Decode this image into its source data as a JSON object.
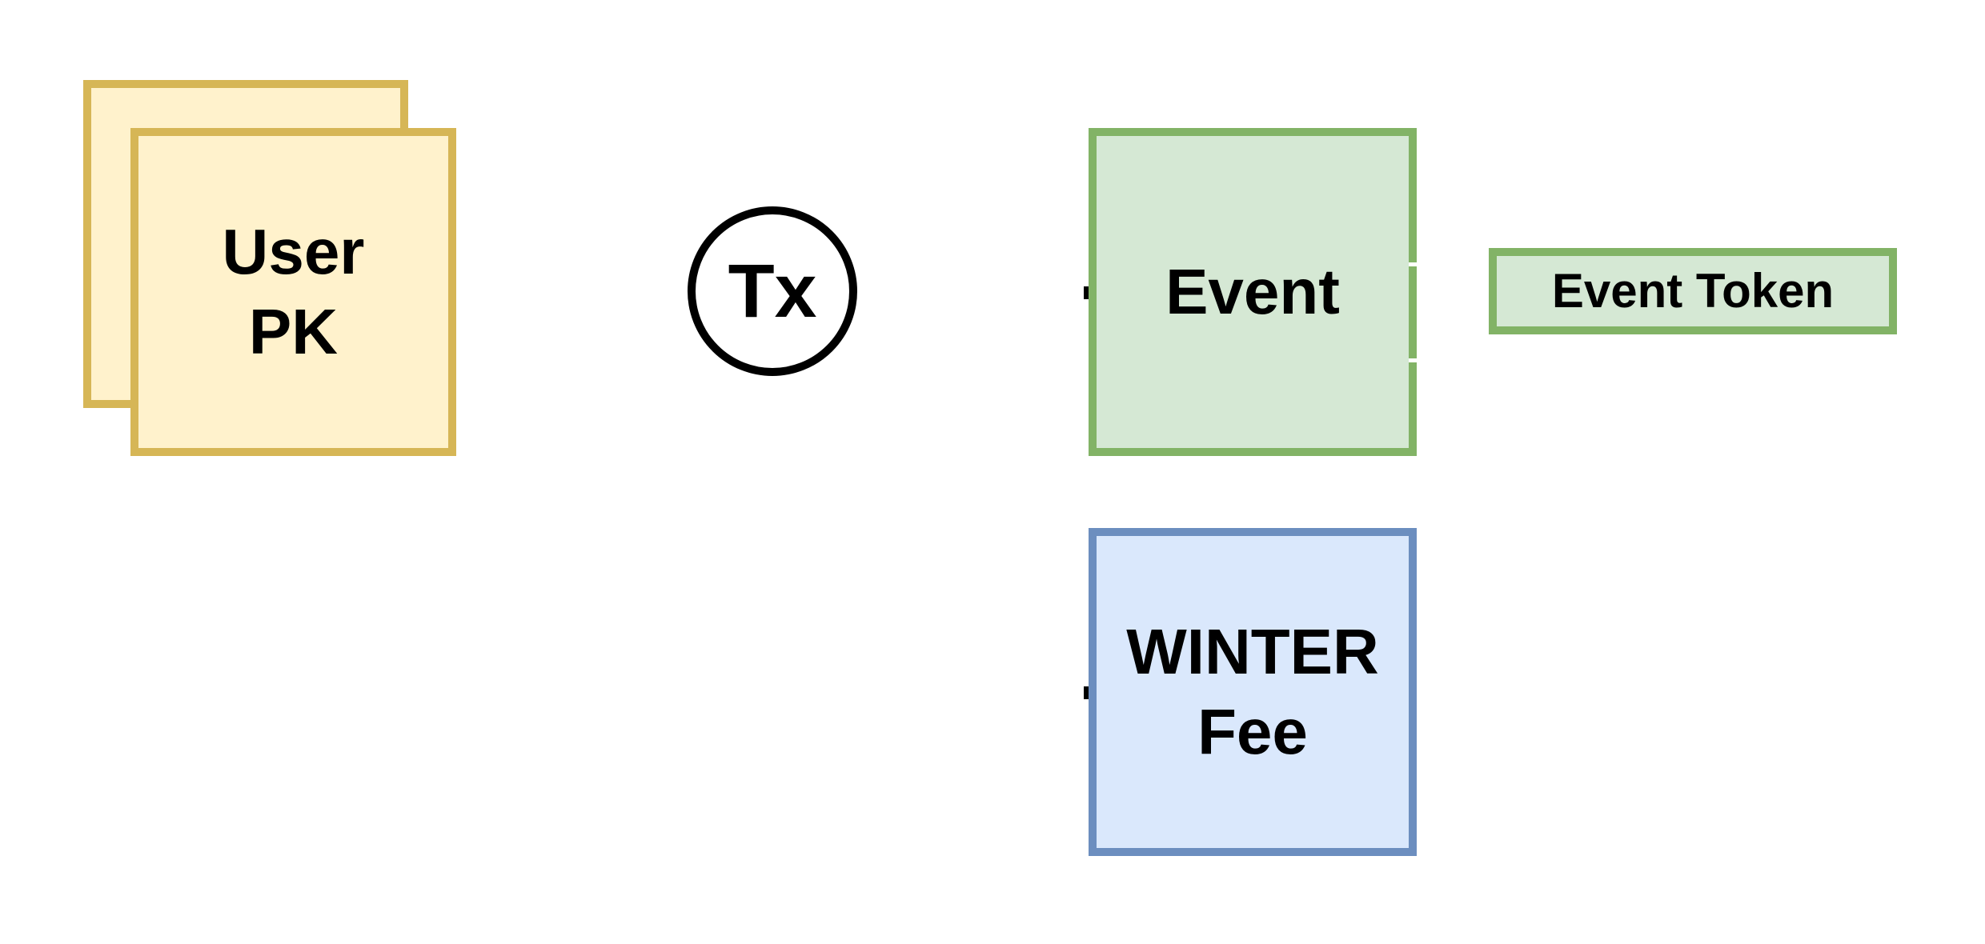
{
  "diagram": {
    "background": "#FFFFFF",
    "palette": {
      "white": "#FFFFFF",
      "black": "#000000",
      "yellow_fill": "#FFF2CC",
      "yellow_border": "#D6B656",
      "green_fill": "#D5E8D4",
      "green_border": "#82B366",
      "blue_fill": "#DAE8FC",
      "blue_border": "#6C8EBF"
    },
    "nodes": {
      "user_pk": {
        "label": "User\nPK"
      },
      "tx": {
        "label": "Tx"
      },
      "event": {
        "label": "Event"
      },
      "winter_fee": {
        "label": "WINTER\nFee"
      },
      "event_token": {
        "label": "Event Token"
      }
    }
  }
}
